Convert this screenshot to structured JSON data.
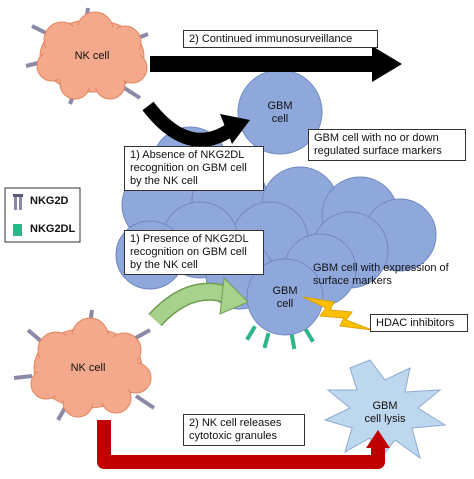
{
  "nk_cell_top": {
    "label": "NK cell"
  },
  "nk_cell_bottom": {
    "label": "NK cell"
  },
  "gbm_cell_top": {
    "label": "GBM\ncell"
  },
  "gbm_cell_mid": {
    "label": "GBM\ncell"
  },
  "gbm_lysis": {
    "label": "GBM\ncell lysis"
  },
  "boxes": {
    "continued": "2) Continued immunosurveillance",
    "no_markers": "GBM cell with no or down\nregulated surface markers",
    "absence": "1) Absence of NKG2DL\nrecognition on GBM cell\nby the NK cell",
    "presence": "1) Presence of NKG2DL\nrecognition on GBM cell\nby the NK cell",
    "expression": "GBM cell with expression of\nsurface markers",
    "hdac": "HDAC inhibitors",
    "releases": "2) NK cell releases\ncytotoxic granules"
  },
  "legend": {
    "receptor": "NKG2D",
    "ligand": "NKG2DL"
  },
  "colors": {
    "nk_fill": "#f4a98c",
    "nk_stroke": "#e0865f",
    "gbm_fill": "#8fa8dc",
    "gbm_stroke": "#6f86bf",
    "ligand": "#2eb58a",
    "receptor": "#8a8aa8",
    "green_arrow": "#a9d18e",
    "red_arrow": "#c00000",
    "bolt": "#ffc000"
  }
}
